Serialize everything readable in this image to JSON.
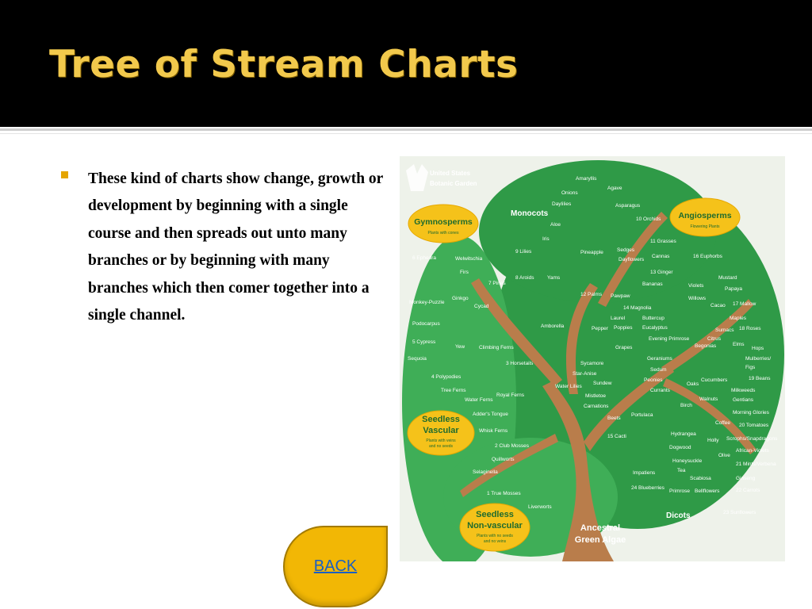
{
  "slide": {
    "title": "Tree of Stream Charts",
    "body": "These kind of charts show change, growth or development by beginning with a single course and then spreads out unto many branches or by beginning with many branches which then comer  together into a single channel.",
    "back_label": "BACK"
  },
  "figure": {
    "logo": [
      "United States",
      "Botanic Garden"
    ],
    "groups": {
      "gymnosperms": "Gymnosperms",
      "gymnosperms_sub": "Plants with cones",
      "angiosperms": "Angiosperms",
      "angiosperms_sub": "Flowering Plants",
      "seedless_vascular_1": "Seedless",
      "seedless_vascular_2": "Vascular",
      "seedless_vascular_sub1": "Plants with veins",
      "seedless_vascular_sub2": "and no seeds",
      "seedless_nonvascular_1": "Seedless",
      "seedless_nonvascular_2": "Non-vascular",
      "seedless_nonvascular_sub1": "Plants with no seeds",
      "seedless_nonvascular_sub2": "and no veins",
      "monocots": "Monocots",
      "dicots": "Dicots",
      "root_1": "Ancestral",
      "root_2": "Green Algae"
    },
    "numbered": {
      "ephedra": "6 Ephedra",
      "pines": "7 Pines",
      "cypress": "5 Cypress",
      "polypodies": "4 Polypodies",
      "horsetails": "3 Horsetails",
      "club_mosses": "2 Club Mosses",
      "true_mosses": "1 True Mosses",
      "lilies": "9 Lilies",
      "aroids": "8 Aroids",
      "orchids": "10 Orchids",
      "grasses": "11 Grasses",
      "gingers": "13 Ginger",
      "palms": "12 Palms",
      "magnolia": "14 Magnolia",
      "euphorbs": "16 Euphorbs",
      "mallow": "17 Mallow",
      "roses": "18 Roses",
      "beans": "19 Beans",
      "tomatoes": "20 Tomatoes",
      "mints": "21 Mints/Verbena",
      "carrots": "22 Carrots",
      "sunflowers": "23 Sunflowers",
      "cacti": "15 Cacti",
      "blueberries": "24 Blueberries"
    },
    "labels": {
      "amaryllis": "Amaryllis",
      "agave": "Agave",
      "onions": "Onions",
      "daylilies": "Daylilies",
      "asparagus": "Asparagus",
      "aloe": "Aloe",
      "iris": "Iris",
      "pineapple": "Pineapple",
      "sedges": "Sedges",
      "dayflowers": "Dayflowers",
      "cannas": "Cannas",
      "yams": "Yams",
      "bananas": "Bananas",
      "welwitschia": "Welwitschia",
      "firs": "Firs",
      "ginkgo": "Ginkgo",
      "cycad": "Cycad",
      "monkey_puzzle": "Monkey-Puzzle",
      "podocarpus": "Podocarpus",
      "sequoia": "Sequoia",
      "yew": "Yew",
      "climbing_ferns": "Climbing Ferns",
      "tree_ferns": "Tree Ferns",
      "water_ferns": "Water Ferns",
      "royal_ferns": "Royal Ferns",
      "adders_tongue": "Adder's Tongue",
      "whisk_ferns": "Whisk Ferns",
      "quillworts": "Quillworts",
      "selaginella": "Selaginella",
      "liverworts": "Liverworts",
      "amborella": "Amborella",
      "pawpaw": "Pawpaw",
      "laurel": "Laurel",
      "pepper": "Pepper",
      "poppies": "Poppies",
      "buttercup": "Buttercup",
      "eucalyptus": "Eucalyptus",
      "evening_primrose": "Evening Primrose",
      "grapes": "Grapes",
      "sycamore": "Sycamore",
      "star_anise": "Star-Anise",
      "sundew": "Sundew",
      "water_lilies": "Water Lilies",
      "mistletoe": "Mistletoe",
      "carnations": "Carnations",
      "beets": "Beets",
      "portulaca": "Portulaca",
      "violets": "Violets",
      "willows": "Willows",
      "cacao": "Cacao",
      "mustard": "Mustard",
      "papaya": "Papaya",
      "maples": "Maples",
      "sumacs": "Sumacs",
      "citrus": "Citrus",
      "elms": "Elms",
      "hops": "Hops",
      "mulberries": "Mulberries/",
      "figs": "Figs",
      "geraniums": "Geraniums",
      "sedum": "Sedum",
      "peonies": "Peonies",
      "currants": "Currants",
      "begonias": "Begonias",
      "oaks": "Oaks",
      "cucumbers": "Cucumbers",
      "birch": "Birch",
      "walnuts": "Walnuts",
      "milkweeds": "Milkweeds",
      "gentians": "Gentians",
      "morning_glories": "Morning Glories",
      "coffee": "Coffee",
      "hydrangea": "Hydrangea",
      "holly": "Holly",
      "dogwood": "Dogwood",
      "olive": "Olive",
      "snapdragons": "Scrophs/Snapdragons",
      "african_violets": "African-Violets",
      "honeysuckle": "Honeysuckle",
      "tea": "Tea",
      "impatiens": "Impatiens",
      "scabiosa": "Scabiosa",
      "ginseng": "Ginseng",
      "primrose": "Primrose",
      "bellflowers": "Bellflowers"
    }
  },
  "colors": {
    "title": "#f2c94c",
    "bullet": "#e5a500",
    "header_bg": "#000000",
    "canopy": "#2f9a47",
    "canopy_light": "#3fae57",
    "trunk": "#b97d4b",
    "bubble": "#f5c21a",
    "back_button": "#f2b705",
    "link": "#1a5fc4"
  }
}
